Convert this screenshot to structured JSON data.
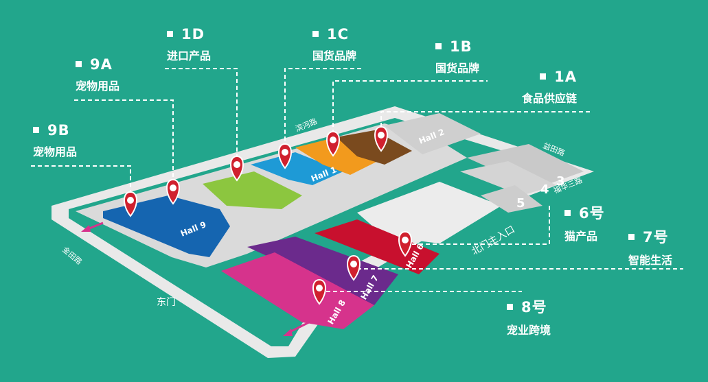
{
  "zones": [
    {
      "code": "9B",
      "category": "宠物用品"
    },
    {
      "code": "9A",
      "category": "宠物用品"
    },
    {
      "code": "1D",
      "category": "进口产品"
    },
    {
      "code": "1C",
      "category": "国货品牌"
    },
    {
      "code": "1B",
      "category": "国货品牌"
    },
    {
      "code": "1A",
      "category": "食品供应链"
    },
    {
      "code": "6号",
      "category": "猫产品"
    },
    {
      "code": "7号",
      "category": "智能生活"
    },
    {
      "code": "8号",
      "category": "宠业跨境"
    }
  ],
  "halls": [
    "Hall 9",
    "Hall 1",
    "Hall 2",
    "Hall 6",
    "Hall 7",
    "Hall 8"
  ],
  "hall_numbers": [
    "5",
    "4",
    "3"
  ],
  "roads": [
    "滨河路",
    "益田路",
    "福华三路",
    "金田路"
  ],
  "gates": [
    "东门",
    "北门主入口"
  ],
  "colors": {
    "background": "#22a68c",
    "hall9": "#1565b0",
    "hall1_green": "#8cc63f",
    "hall1_blue": "#1e9ad6",
    "hall1_orange": "#f29a1d",
    "hall1_brown": "#7a4a1e",
    "hall6": "#c8102e",
    "hall7": "#6b2a8c",
    "hall8": "#d6338c",
    "pin": "#d0202e"
  }
}
